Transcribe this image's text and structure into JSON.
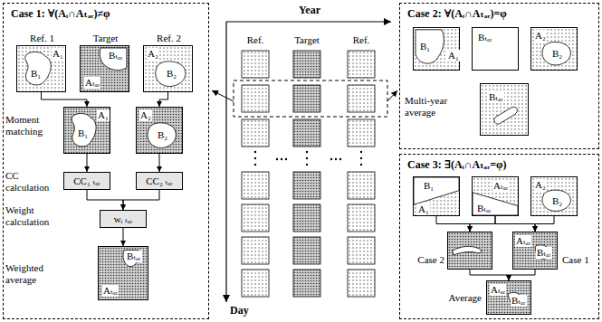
{
  "diagram": {
    "nodes": [
      {
        "text": [
          "Case 1: ∀(Aᵢ∩Aₜₐᵣ)≠φ"
        ]
      },
      {
        "text": [
          "Ref. 1",
          "A₁",
          "B₁"
        ],
        "in": 0
      },
      {
        "text": [
          "Target",
          "Bₜₐᵣ",
          "Aₜₐᵣ"
        ],
        "in": 0
      },
      {
        "text": [
          "Ref. 2",
          "A₂",
          "B₂"
        ],
        "in": 0
      },
      {
        "text": [
          "A₁",
          "B₁"
        ],
        "in": 0
      },
      {
        "text": [
          "A₂",
          "B₂"
        ],
        "in": 0
      },
      {
        "text": [
          "CC₁ ₜₐᵣ"
        ],
        "in": 0
      },
      {
        "text": [
          "CC₂ ₜₐᵣ"
        ],
        "in": 0
      },
      {
        "text": [
          "wᵢ ₜₐᵣ"
        ],
        "in": 0
      },
      {
        "text": [
          "Bₜₐᵣ",
          "Aₜₐᵣ"
        ],
        "in": 0
      },
      {
        "text": [
          "Case 2: ∀(Aᵢ∩Aₜₐᵣ)=φ"
        ]
      },
      {
        "text": [
          "B₁",
          "A₁"
        ],
        "in": 10
      },
      {
        "text": [
          "Bₜₐᵣ"
        ],
        "in": 10
      },
      {
        "text": [
          "A₂",
          "B₂"
        ],
        "in": 10
      },
      {
        "text": [
          "Multi-year average",
          "Bₜₐᵣ"
        ],
        "in": 10
      },
      {
        "text": [
          "Case 3: ∃(Aᵢ∩Aₜₐᵣ=φ)"
        ]
      },
      {
        "text": [
          "B₁",
          "A₁"
        ],
        "in": 15
      },
      {
        "text": [
          "Aₜₐᵣ",
          "Bₜₐᵣ"
        ],
        "in": 15
      },
      {
        "text": [
          "A₂",
          "B₂"
        ],
        "in": 15
      },
      {
        "text": [
          "Case 2"
        ],
        "in": 15
      },
      {
        "text": [
          "Case 1",
          "Aₜₐᵣ",
          "Bₜₐᵣ"
        ],
        "in": 15
      },
      {
        "text": [
          "Average",
          "Aₜₐᵣ",
          "Bₜₐᵣ"
        ],
        "in": 15
      }
    ],
    "edges": [
      {
        "from": 1,
        "to": 4,
        "arrow": "to"
      },
      {
        "from": 3,
        "to": 5,
        "arrow": "to"
      },
      {
        "from": 4,
        "to": 6,
        "arrow": "to"
      },
      {
        "from": 5,
        "to": 7,
        "arrow": "to"
      },
      {
        "from": 6,
        "to": 8,
        "arrow": "to"
      },
      {
        "from": 7,
        "to": 8,
        "arrow": "to"
      },
      {
        "from": 8,
        "to": 9,
        "arrow": "to"
      },
      {
        "from": 16,
        "to": 19,
        "arrow": "to"
      },
      {
        "from": 17,
        "to": 19,
        "arrow": "to"
      },
      {
        "from": 17,
        "to": 20,
        "arrow": "to"
      },
      {
        "from": 18,
        "to": 20,
        "arrow": "to"
      },
      {
        "from": 19,
        "to": 21,
        "arrow": "to"
      },
      {
        "from": 20,
        "to": 21,
        "arrow": "to"
      }
    ],
    "labels": [
      "Year",
      "Day",
      "Ref.",
      "Target",
      "Ref.",
      "Moment matching",
      "CC calculation",
      "Weight calculation",
      "Weighted average"
    ]
  }
}
